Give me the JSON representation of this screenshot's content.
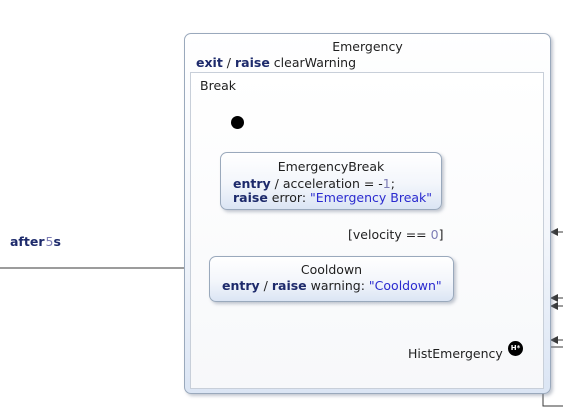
{
  "emergency": {
    "name": "Emergency",
    "exit_keyword": "exit",
    "slash": "/",
    "raise_keyword": "raise",
    "exit_action": "clearWarning"
  },
  "region": {
    "name": "Break"
  },
  "emergency_break": {
    "name": "EmergencyBreak",
    "entry_keyword": "entry",
    "slash": "/",
    "entry_action_prefix": "acceleration = -",
    "entry_action_number": "1",
    "entry_action_suffix": ";",
    "raise_keyword": "raise",
    "raise_event": "error:",
    "raise_value": "\"Emergency Break\""
  },
  "cooldown": {
    "name": "Cooldown",
    "entry_keyword": "entry",
    "slash": "/",
    "raise_keyword": "raise",
    "raise_event": "warning:",
    "raise_value": "\"Cooldown\""
  },
  "guard": {
    "prefix": "[velocity == ",
    "number": "0",
    "suffix": "]"
  },
  "external_transition": {
    "keyword": "after",
    "number": "5",
    "unit": "s"
  },
  "history": {
    "name": "HistEmergency",
    "marker": "H*"
  },
  "colors": {
    "keyword": "#1d2a6b",
    "string": "#2a2acf",
    "number": "#7d7db5",
    "edge": "#3a3a3a"
  }
}
